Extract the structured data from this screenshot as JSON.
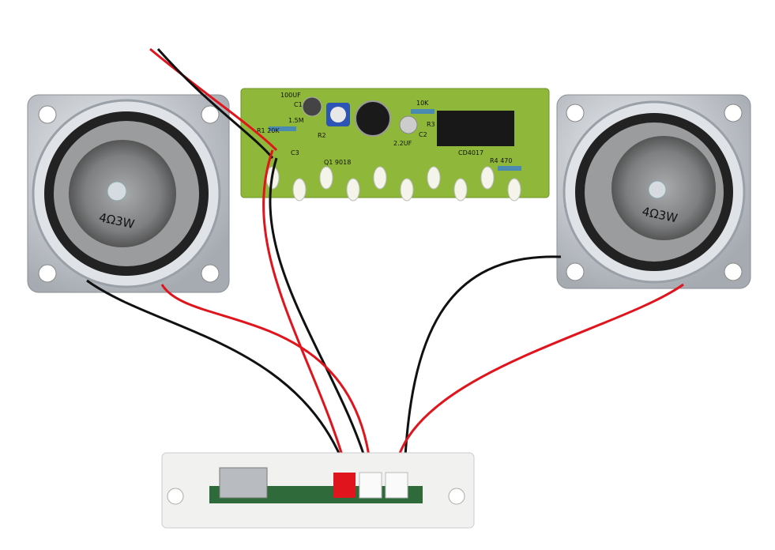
{
  "speakers": {
    "left": {
      "rating": "4Ω3W"
    },
    "right": {
      "rating": "4Ω3W"
    }
  },
  "pcb": {
    "labels": [
      "100UF",
      "C1",
      "1.5M",
      "R1 20K",
      "R2",
      "C3",
      "10K",
      "R3",
      "C2",
      "2.2UF",
      "CD4017",
      "R4 470",
      "Q1 9018"
    ]
  },
  "colors": {
    "pcb_green": "#8fb83a",
    "wire_red": "#e0141c",
    "wire_black": "#111111",
    "speaker_metal": "#c9cdd3",
    "cone_gray": "#8a8c8e"
  }
}
